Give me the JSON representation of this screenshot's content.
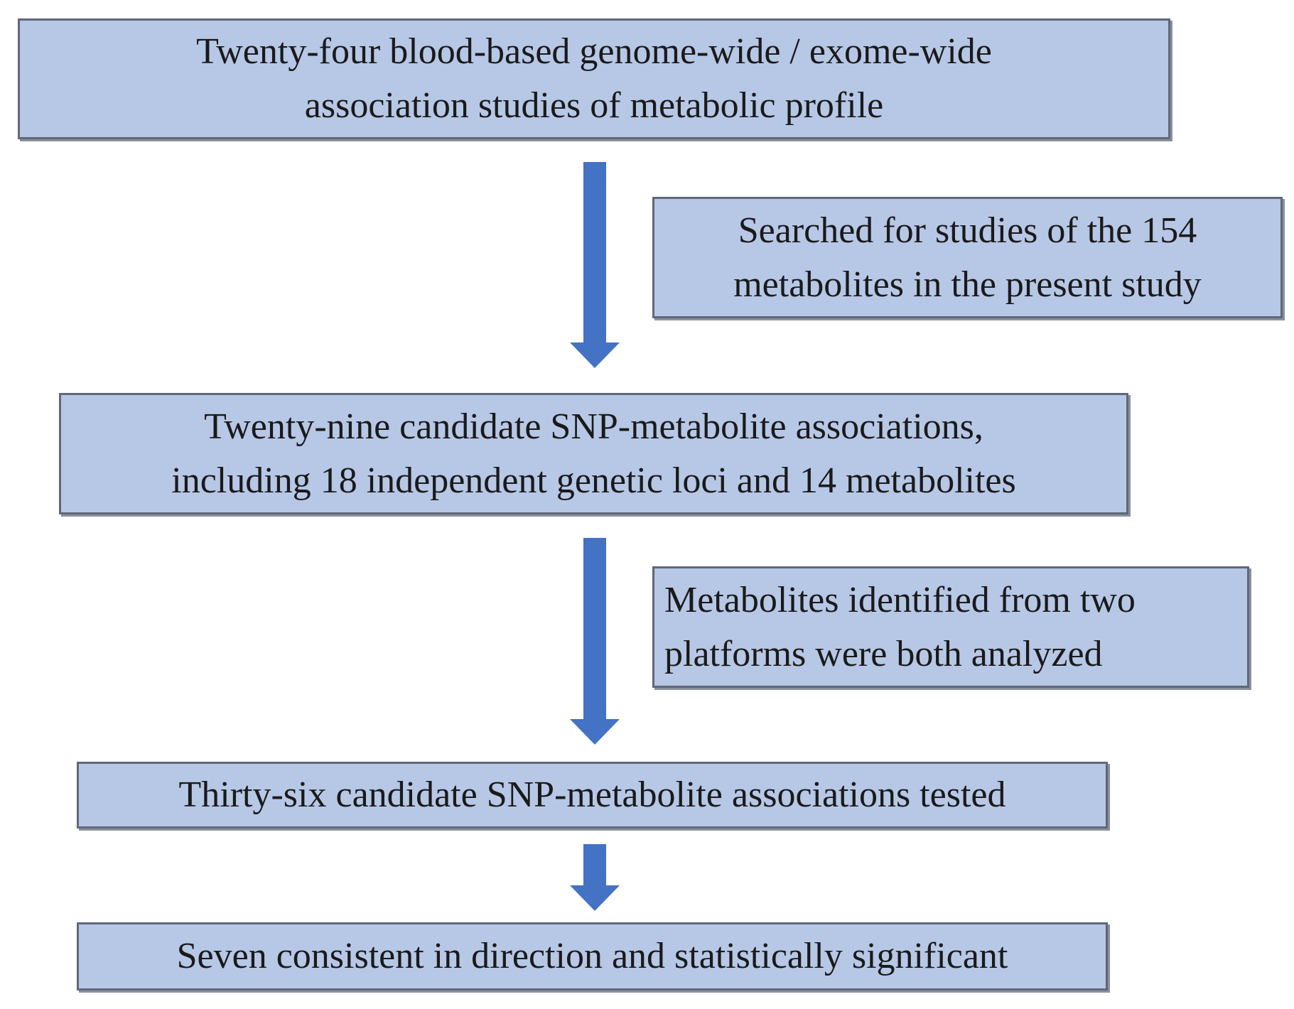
{
  "colors": {
    "box_fill": "#b7c7e6",
    "box_border": "#606878",
    "arrow": "#4472c4"
  },
  "boxes": [
    {
      "id": "step-1",
      "lines": [
        "Twenty-four blood-based genome-wide / exome-wide",
        "association studies of metabolic profile"
      ]
    },
    {
      "id": "step-2",
      "lines": [
        "Twenty-nine candidate SNP-metabolite associations,",
        "including 18 independent genetic loci and 14 metabolites"
      ]
    },
    {
      "id": "step-3",
      "lines": [
        "Thirty-six candidate SNP-metabolite associations tested"
      ]
    },
    {
      "id": "step-4",
      "lines": [
        "Seven consistent in direction and statistically significant"
      ]
    }
  ],
  "side_notes": [
    {
      "id": "note-1",
      "lines": [
        "Searched for studies of the 154",
        "metabolites in the present study"
      ]
    },
    {
      "id": "note-2",
      "lines": [
        "Metabolites identified from two",
        "platforms were both analyzed"
      ]
    }
  ]
}
